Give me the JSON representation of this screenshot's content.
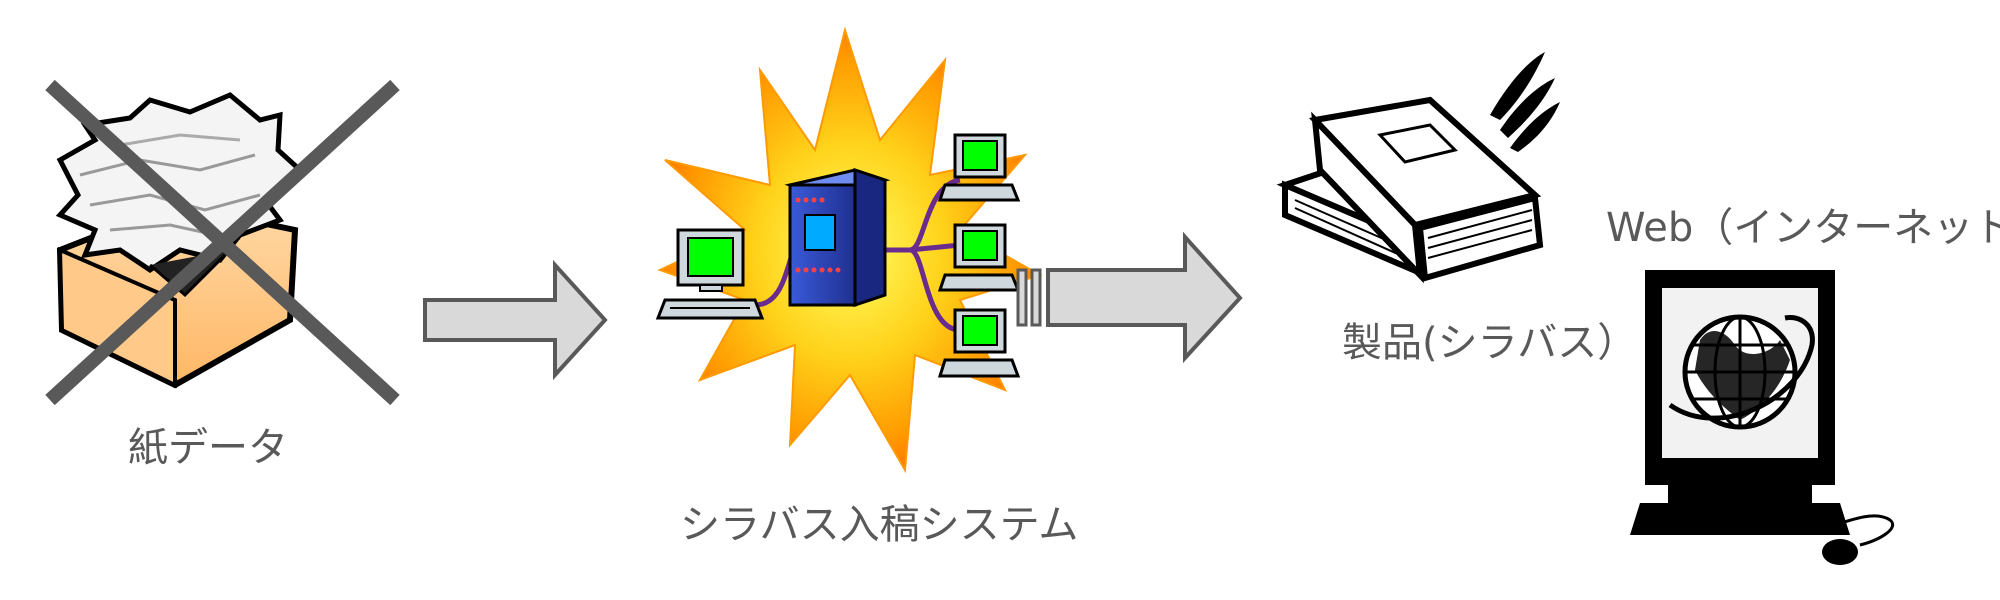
{
  "labels": {
    "paper_data": "紙データ",
    "system": "シラバス入稿システム",
    "product": "製品(シラバス）",
    "web": "Web（インターネット）"
  }
}
